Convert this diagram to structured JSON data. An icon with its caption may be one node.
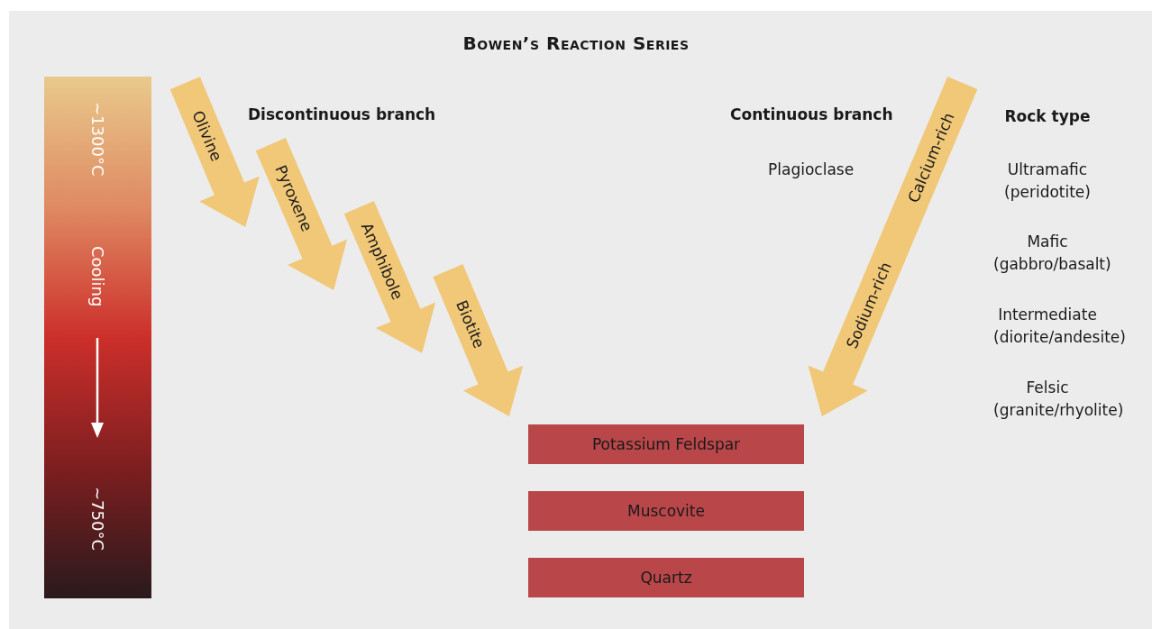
{
  "diagram": {
    "title": "Bowen’s Reaction Series",
    "nodes": [
      {
        "text": [
          "~1300°C",
          "Cooling",
          "~750°C"
        ]
      },
      {
        "text": [
          "Olivine"
        ]
      },
      {
        "text": [
          "Pyroxene"
        ]
      },
      {
        "text": [
          "Amphibole"
        ]
      },
      {
        "text": [
          "Biotite"
        ]
      },
      {
        "text": [
          "Calcium-rich",
          "Sodium-rich"
        ]
      },
      {
        "text": [
          "Potassium Feldspar"
        ]
      },
      {
        "text": [
          "Muscovite"
        ]
      },
      {
        "text": [
          "Quartz"
        ]
      }
    ],
    "labels": [
      "Discontinuous branch",
      "Continuous branch",
      "Rock type",
      "Plagioclase",
      "Ultramafic (peridotite)",
      "Mafic (gabbro/basalt)",
      "Intermediate (diorite/andesite)",
      "Felsic (granite/rhyolite)"
    ]
  }
}
